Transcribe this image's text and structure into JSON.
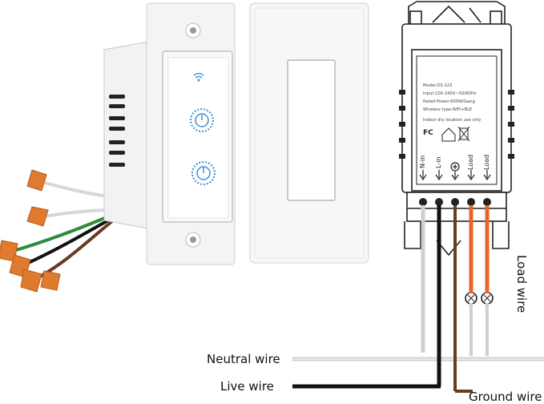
{
  "labels": {
    "neutral": "Neutral wire",
    "live": "Live wire",
    "ground": "Ground wire",
    "load": "Load wire"
  },
  "module": {
    "specs": [
      "Model:DS-123",
      "Input:100-240V~50/60Hz",
      "Rated Power:600W/Gang",
      "Wireless type:WiFi+BLE",
      "Indoor dry location use only"
    ],
    "terminals": [
      "N-in",
      "L-in",
      "",
      "Load",
      "Load"
    ],
    "fc_mark": "FC"
  },
  "colors": {
    "neutral": "#dcdcdc",
    "live": "#111111",
    "ground": "#6b3a1f",
    "load": "#e8642c",
    "touch_icon": "#3d8fd6",
    "wire_nut": "#e07a2e"
  }
}
